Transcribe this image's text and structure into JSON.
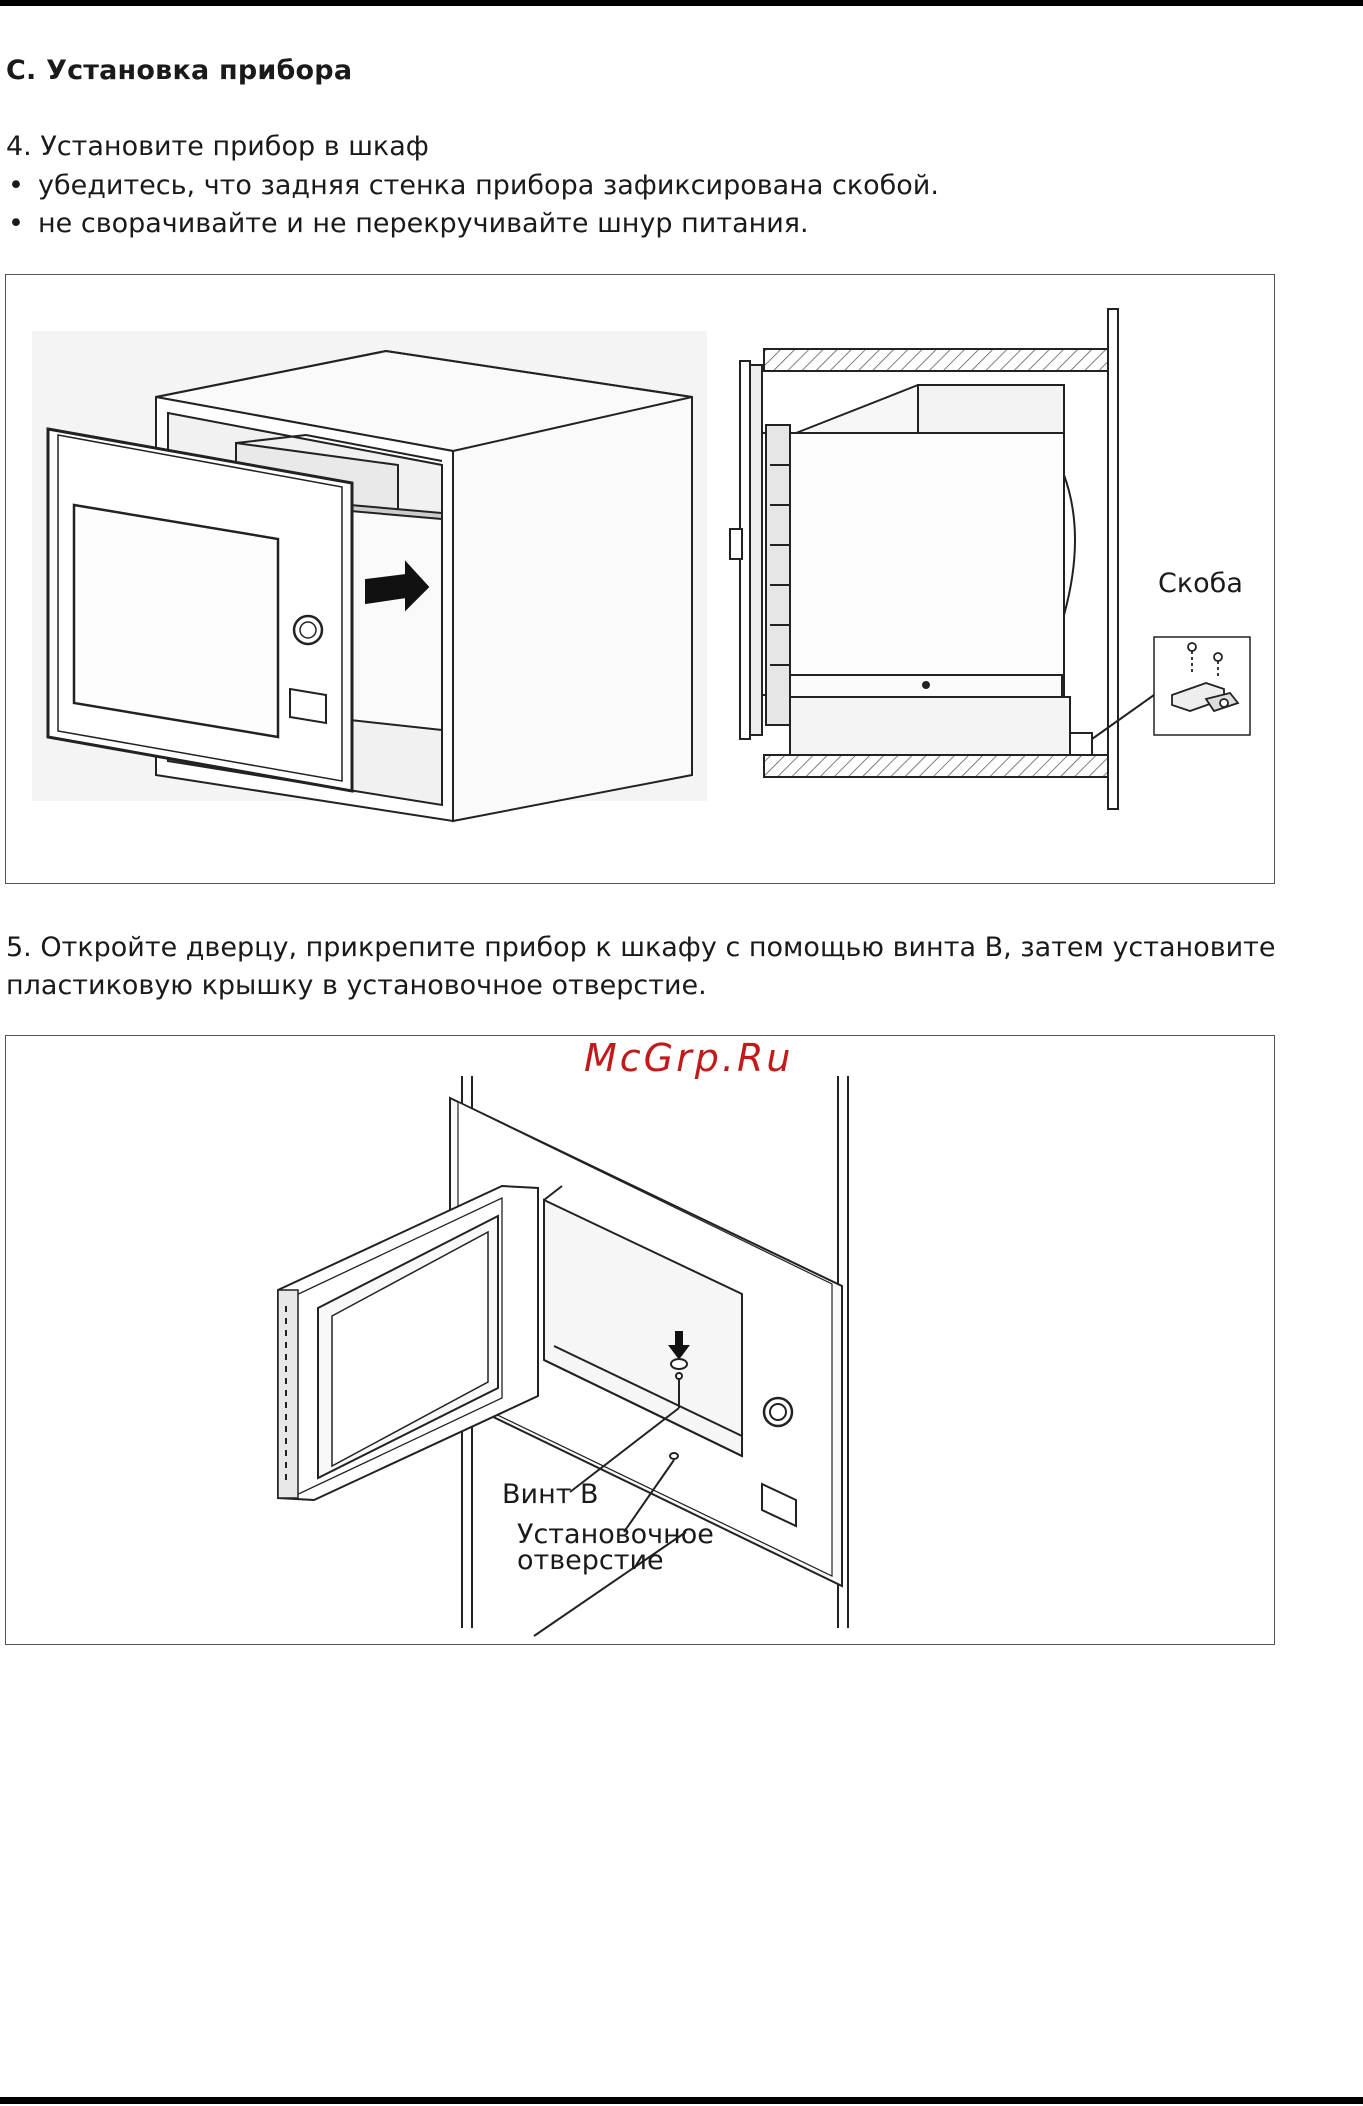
{
  "section": {
    "heading": "С. Установка прибора"
  },
  "step4": {
    "title": "4. Установите прибор в шкаф",
    "bullets": [
      "убедитесь, что задняя стенка прибора зафиксирована скобой.",
      "не сворачивайте и не перекручивайте шнур питания."
    ],
    "bullet_glyph": "•"
  },
  "figure1": {
    "label_bracket": "Скоба",
    "icons": [
      "microwave-into-cabinet-illustration",
      "side-section-illustration",
      "bracket-detail-illustration"
    ]
  },
  "step5": {
    "text": "5. Откройте дверцу, прикрепите прибор к шкафу с помощью винта В, затем установите пластиковую крышку в установочное отверстие."
  },
  "figure2": {
    "label_screw": "Винт В",
    "label_hole_line1": "Установочное",
    "label_hole_line2": "отверстие",
    "watermark": "McGrp.Ru",
    "icons": [
      "open-door-microwave-illustration"
    ]
  },
  "colors": {
    "text": "#1a1a1a",
    "rule": "#000000",
    "frame": "#555555",
    "watermark": "#c21a1a"
  }
}
